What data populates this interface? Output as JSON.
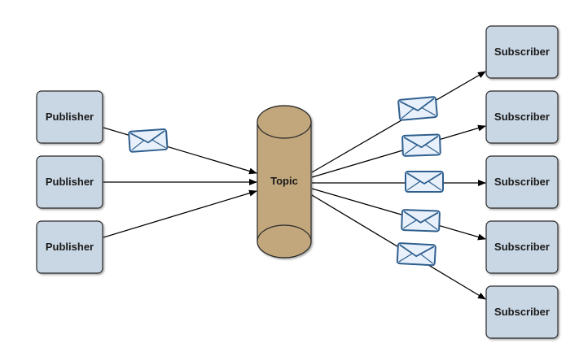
{
  "diagram": {
    "publishers": [
      {
        "label": "Publisher"
      },
      {
        "label": "Publisher"
      },
      {
        "label": "Publisher"
      }
    ],
    "topic": {
      "label": "Topic"
    },
    "subscribers": [
      {
        "label": "Subscriber"
      },
      {
        "label": "Subscriber"
      },
      {
        "label": "Subscriber"
      },
      {
        "label": "Subscriber"
      },
      {
        "label": "Subscriber"
      }
    ],
    "colors": {
      "box_fill": "#c9d6e3",
      "box_stroke": "#2b2b2b",
      "topic_fill": "#c2a77c",
      "topic_stroke": "#2b2b2b",
      "envelope_fill": "#e8f1fb",
      "envelope_stroke": "#2f5f8e",
      "arrow": "#000000"
    },
    "icons": {
      "message": "envelope-icon"
    }
  }
}
